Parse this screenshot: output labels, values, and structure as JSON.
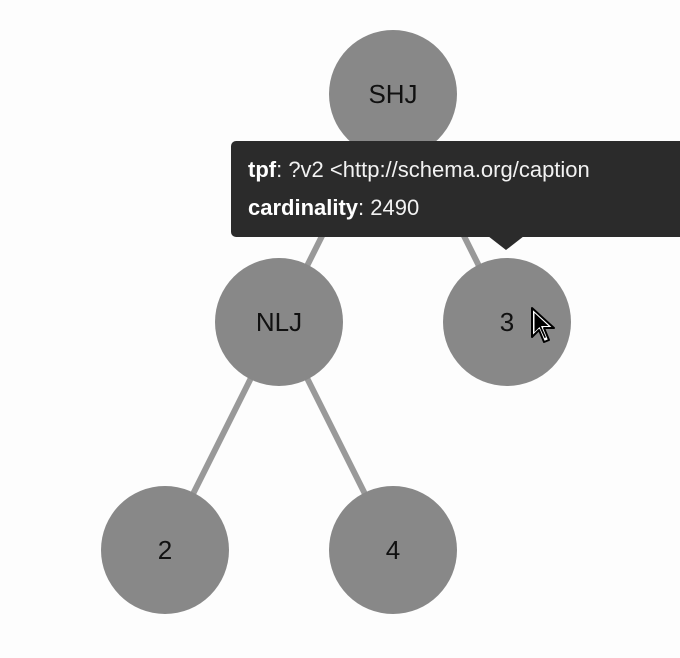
{
  "tree": {
    "nodes": [
      {
        "id": "n-shj",
        "label": "SHJ"
      },
      {
        "id": "n-nlj",
        "label": "NLJ"
      },
      {
        "id": "n-3",
        "label": "3"
      },
      {
        "id": "n-2",
        "label": "2"
      },
      {
        "id": "n-4",
        "label": "4"
      }
    ],
    "edges": [
      {
        "from": "n-shj",
        "to": "n-nlj"
      },
      {
        "from": "n-shj",
        "to": "n-3"
      },
      {
        "from": "n-nlj",
        "to": "n-2"
      },
      {
        "from": "n-nlj",
        "to": "n-4"
      }
    ],
    "colors": {
      "node": "#888888",
      "edge": "#999999",
      "label": "#111111"
    }
  },
  "tooltip": {
    "tpf_key": "tpf",
    "tpf_value": ": ?v2 <http://schema.org/caption",
    "cardinality_key": "cardinality",
    "cardinality_value": ": 2490",
    "background": "#2b2b2b"
  },
  "cursor": {
    "icon": "mouse-pointer-icon"
  }
}
